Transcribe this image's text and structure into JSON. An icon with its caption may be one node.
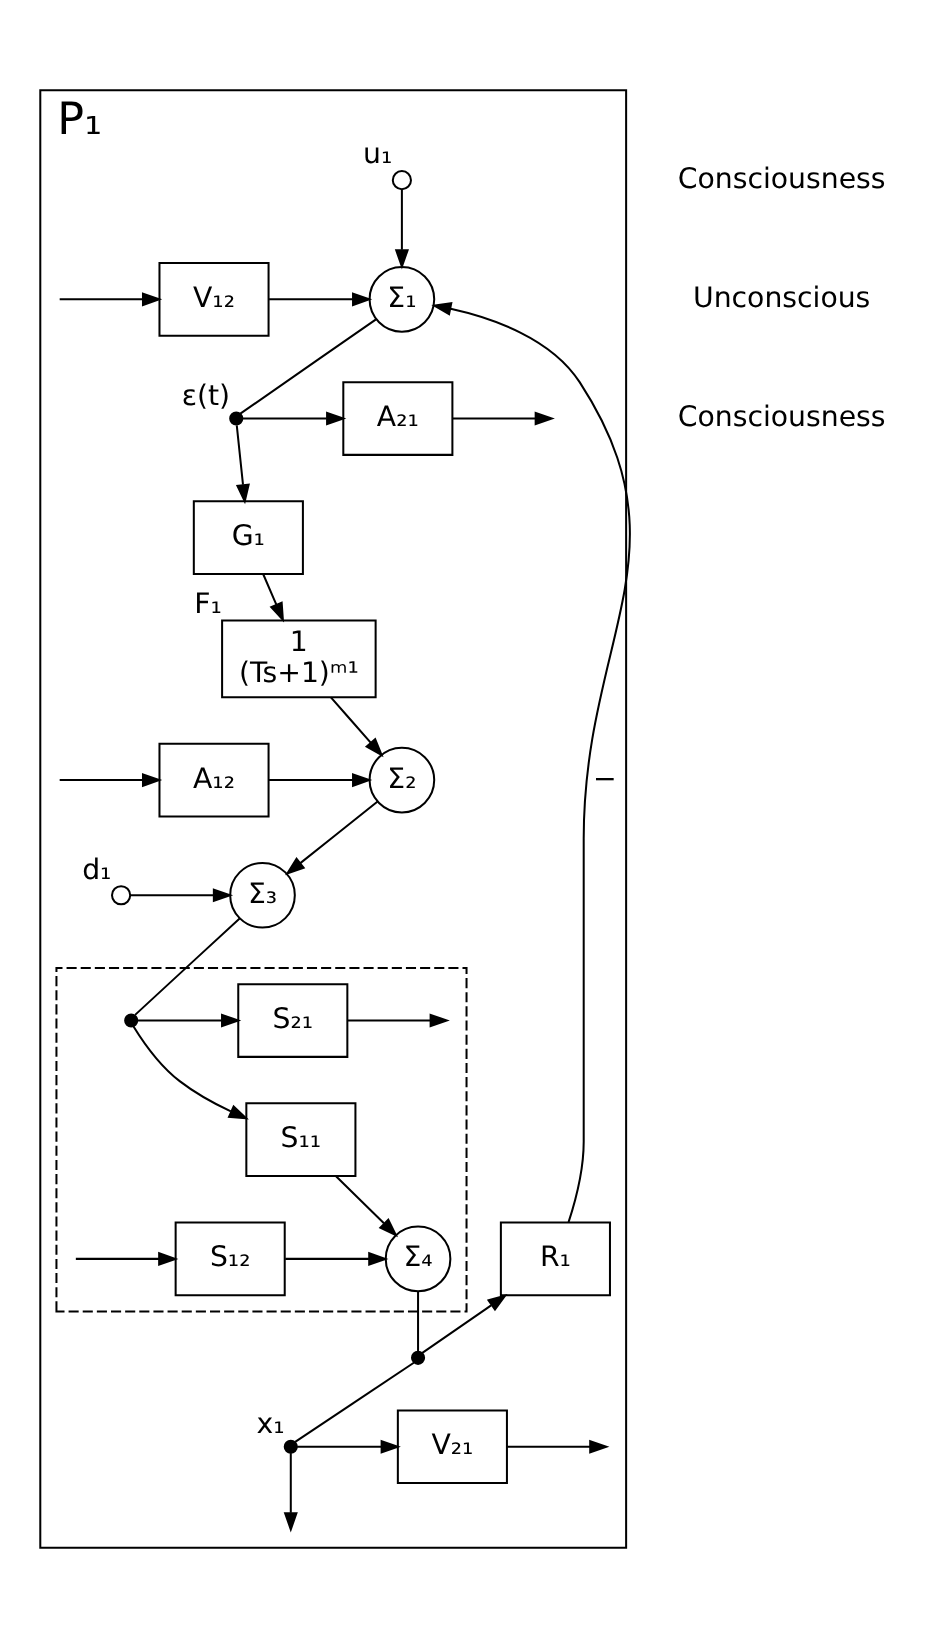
{
  "diagram": {
    "nodes": [
      {
        "text": [
          "P₁"
        ]
      },
      {
        "text": [],
        "shape": "circle",
        "beside": [
          "u₁"
        ],
        "in": 0
      },
      {
        "text": [
          "Σ₁"
        ],
        "in": 0
      },
      {
        "text": [
          "V₁₂"
        ],
        "in": 0
      },
      {
        "text": [],
        "shape": "circle",
        "beside": [
          "ε(t)"
        ],
        "in": 0
      },
      {
        "text": [
          "A₂₁"
        ],
        "in": 0
      },
      {
        "text": [
          "G₁"
        ],
        "in": 0
      },
      {
        "text": [
          "1",
          "(Ts+1)ᵐ¹"
        ],
        "beside": [
          "F₁"
        ],
        "in": 0
      },
      {
        "text": [
          "Σ₂"
        ],
        "in": 0
      },
      {
        "text": [
          "A₁₂"
        ],
        "in": 0
      },
      {
        "text": [],
        "shape": "circle",
        "beside": [
          "d₁"
        ],
        "in": 0
      },
      {
        "text": [
          "Σ₃"
        ],
        "in": 0
      },
      {
        "text": [],
        "shape": "box",
        "in": 0
      },
      {
        "text": [],
        "shape": "circle",
        "in": 12
      },
      {
        "text": [
          "S₂₁"
        ],
        "in": 12
      },
      {
        "text": [
          "S₁₁"
        ],
        "in": 12
      },
      {
        "text": [
          "Σ₄"
        ],
        "in": 12
      },
      {
        "text": [
          "S₁₂"
        ],
        "in": 12
      },
      {
        "text": [],
        "shape": "circle",
        "in": 0
      },
      {
        "text": [
          "R₁"
        ],
        "in": 0
      },
      {
        "text": [],
        "shape": "circle",
        "beside": [
          "x₁"
        ],
        "in": 0
      },
      {
        "text": [
          "V₂₁"
        ],
        "in": 0
      }
    ],
    "edges": [
      {
        "from": 1,
        "to": 2,
        "arrow": "to"
      },
      {
        "from": null,
        "to": 3,
        "arrow": "to"
      },
      {
        "from": 3,
        "to": 2,
        "arrow": "to"
      },
      {
        "from": 19,
        "to": 2,
        "arrow": "to",
        "label": "−"
      },
      {
        "from": 2,
        "to": 4,
        "arrow": "none"
      },
      {
        "from": 4,
        "to": 6,
        "arrow": "to"
      },
      {
        "from": 4,
        "to": 5,
        "arrow": "to"
      },
      {
        "from": 5,
        "to": null,
        "arrow": "to"
      },
      {
        "from": 6,
        "to": 7,
        "arrow": "to"
      },
      {
        "from": 7,
        "to": 8,
        "arrow": "to"
      },
      {
        "from": null,
        "to": 9,
        "arrow": "to"
      },
      {
        "from": 9,
        "to": 8,
        "arrow": "to"
      },
      {
        "from": 8,
        "to": 11,
        "arrow": "to"
      },
      {
        "from": 10,
        "to": 11,
        "arrow": "to"
      },
      {
        "from": 11,
        "to": 13,
        "arrow": "none"
      },
      {
        "from": 13,
        "to": 14,
        "arrow": "to"
      },
      {
        "from": 14,
        "to": null,
        "arrow": "to"
      },
      {
        "from": 13,
        "to": 15,
        "arrow": "to"
      },
      {
        "from": 15,
        "to": 16,
        "arrow": "to"
      },
      {
        "from": null,
        "to": 17,
        "arrow": "to"
      },
      {
        "from": 17,
        "to": 16,
        "arrow": "to"
      },
      {
        "from": 16,
        "to": 18,
        "arrow": "none"
      },
      {
        "from": 18,
        "to": 19,
        "arrow": "to"
      },
      {
        "from": 18,
        "to": 20,
        "arrow": "none"
      },
      {
        "from": 20,
        "to": 21,
        "arrow": "to"
      },
      {
        "from": 21,
        "to": null,
        "arrow": "to"
      },
      {
        "from": 20,
        "to": null,
        "arrow": "to"
      }
    ],
    "labels": [
      "Consciousness",
      "Unconscious",
      "Consciousness"
    ]
  }
}
